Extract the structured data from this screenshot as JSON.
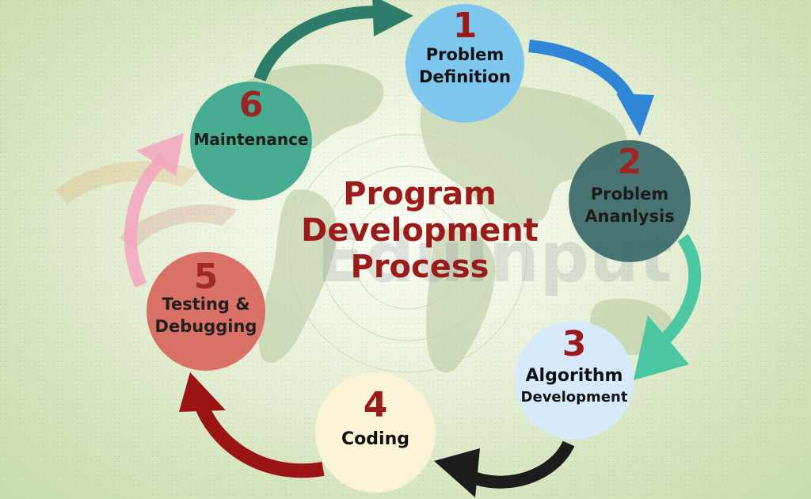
{
  "title_lines": [
    "Program",
    "Development",
    "Process"
  ],
  "watermark_text": "EduInput",
  "steps": [
    {
      "number": "1",
      "label_lines": [
        "Problem",
        "Definition"
      ],
      "color": "#7ec8f0"
    },
    {
      "number": "2",
      "label_lines": [
        "Problem",
        "Ananlysis"
      ],
      "color": "#3f6e6e"
    },
    {
      "number": "3",
      "label_lines": [
        "Algorithm",
        "Development"
      ],
      "color": "#d6eafb"
    },
    {
      "number": "4",
      "label_lines": [
        "Coding"
      ],
      "color": "#fbf3d6"
    },
    {
      "number": "5",
      "label_lines": [
        "Testing &",
        "Debugging"
      ],
      "color": "#d9685e"
    },
    {
      "number": "6",
      "label_lines": [
        "Maintenance"
      ],
      "color": "#3fa98e"
    }
  ],
  "arrows": [
    {
      "from": "1",
      "to": "2",
      "color": "#2f86d6"
    },
    {
      "from": "2",
      "to": "3",
      "color": "#4cc7a4"
    },
    {
      "from": "3",
      "to": "4",
      "color": "#1c1c1c"
    },
    {
      "from": "4",
      "to": "5",
      "color": "#9b1414"
    },
    {
      "from": "5",
      "to": "6",
      "color": "#f3a6be"
    },
    {
      "from": "6",
      "to": "1",
      "color": "#2e7d6a"
    }
  ],
  "colors": {
    "title": "#9b1b1b",
    "number": "#9b1b1b",
    "label": "#111111",
    "background": "#dde9c8"
  }
}
